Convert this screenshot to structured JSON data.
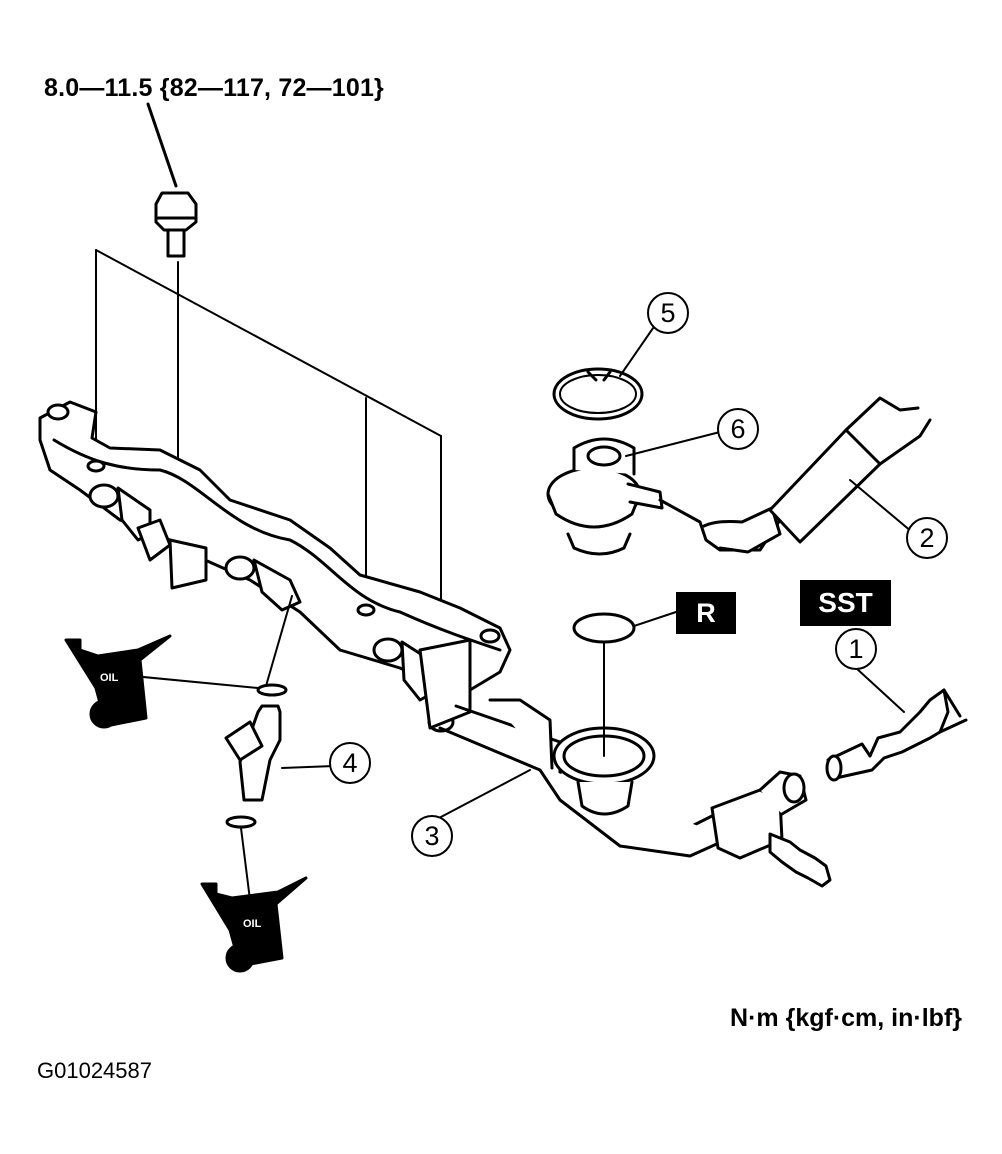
{
  "torque_spec": "8.0—11.5 {82—117, 72—101}",
  "units_note": "N·m {kgf·cm, in·lbf}",
  "figure_id": "G01024587",
  "callouts": [
    "1",
    "2",
    "3",
    "4",
    "5",
    "6"
  ],
  "tags": {
    "sst": "SST",
    "r": "R"
  },
  "oil": {
    "label": "OIL"
  }
}
